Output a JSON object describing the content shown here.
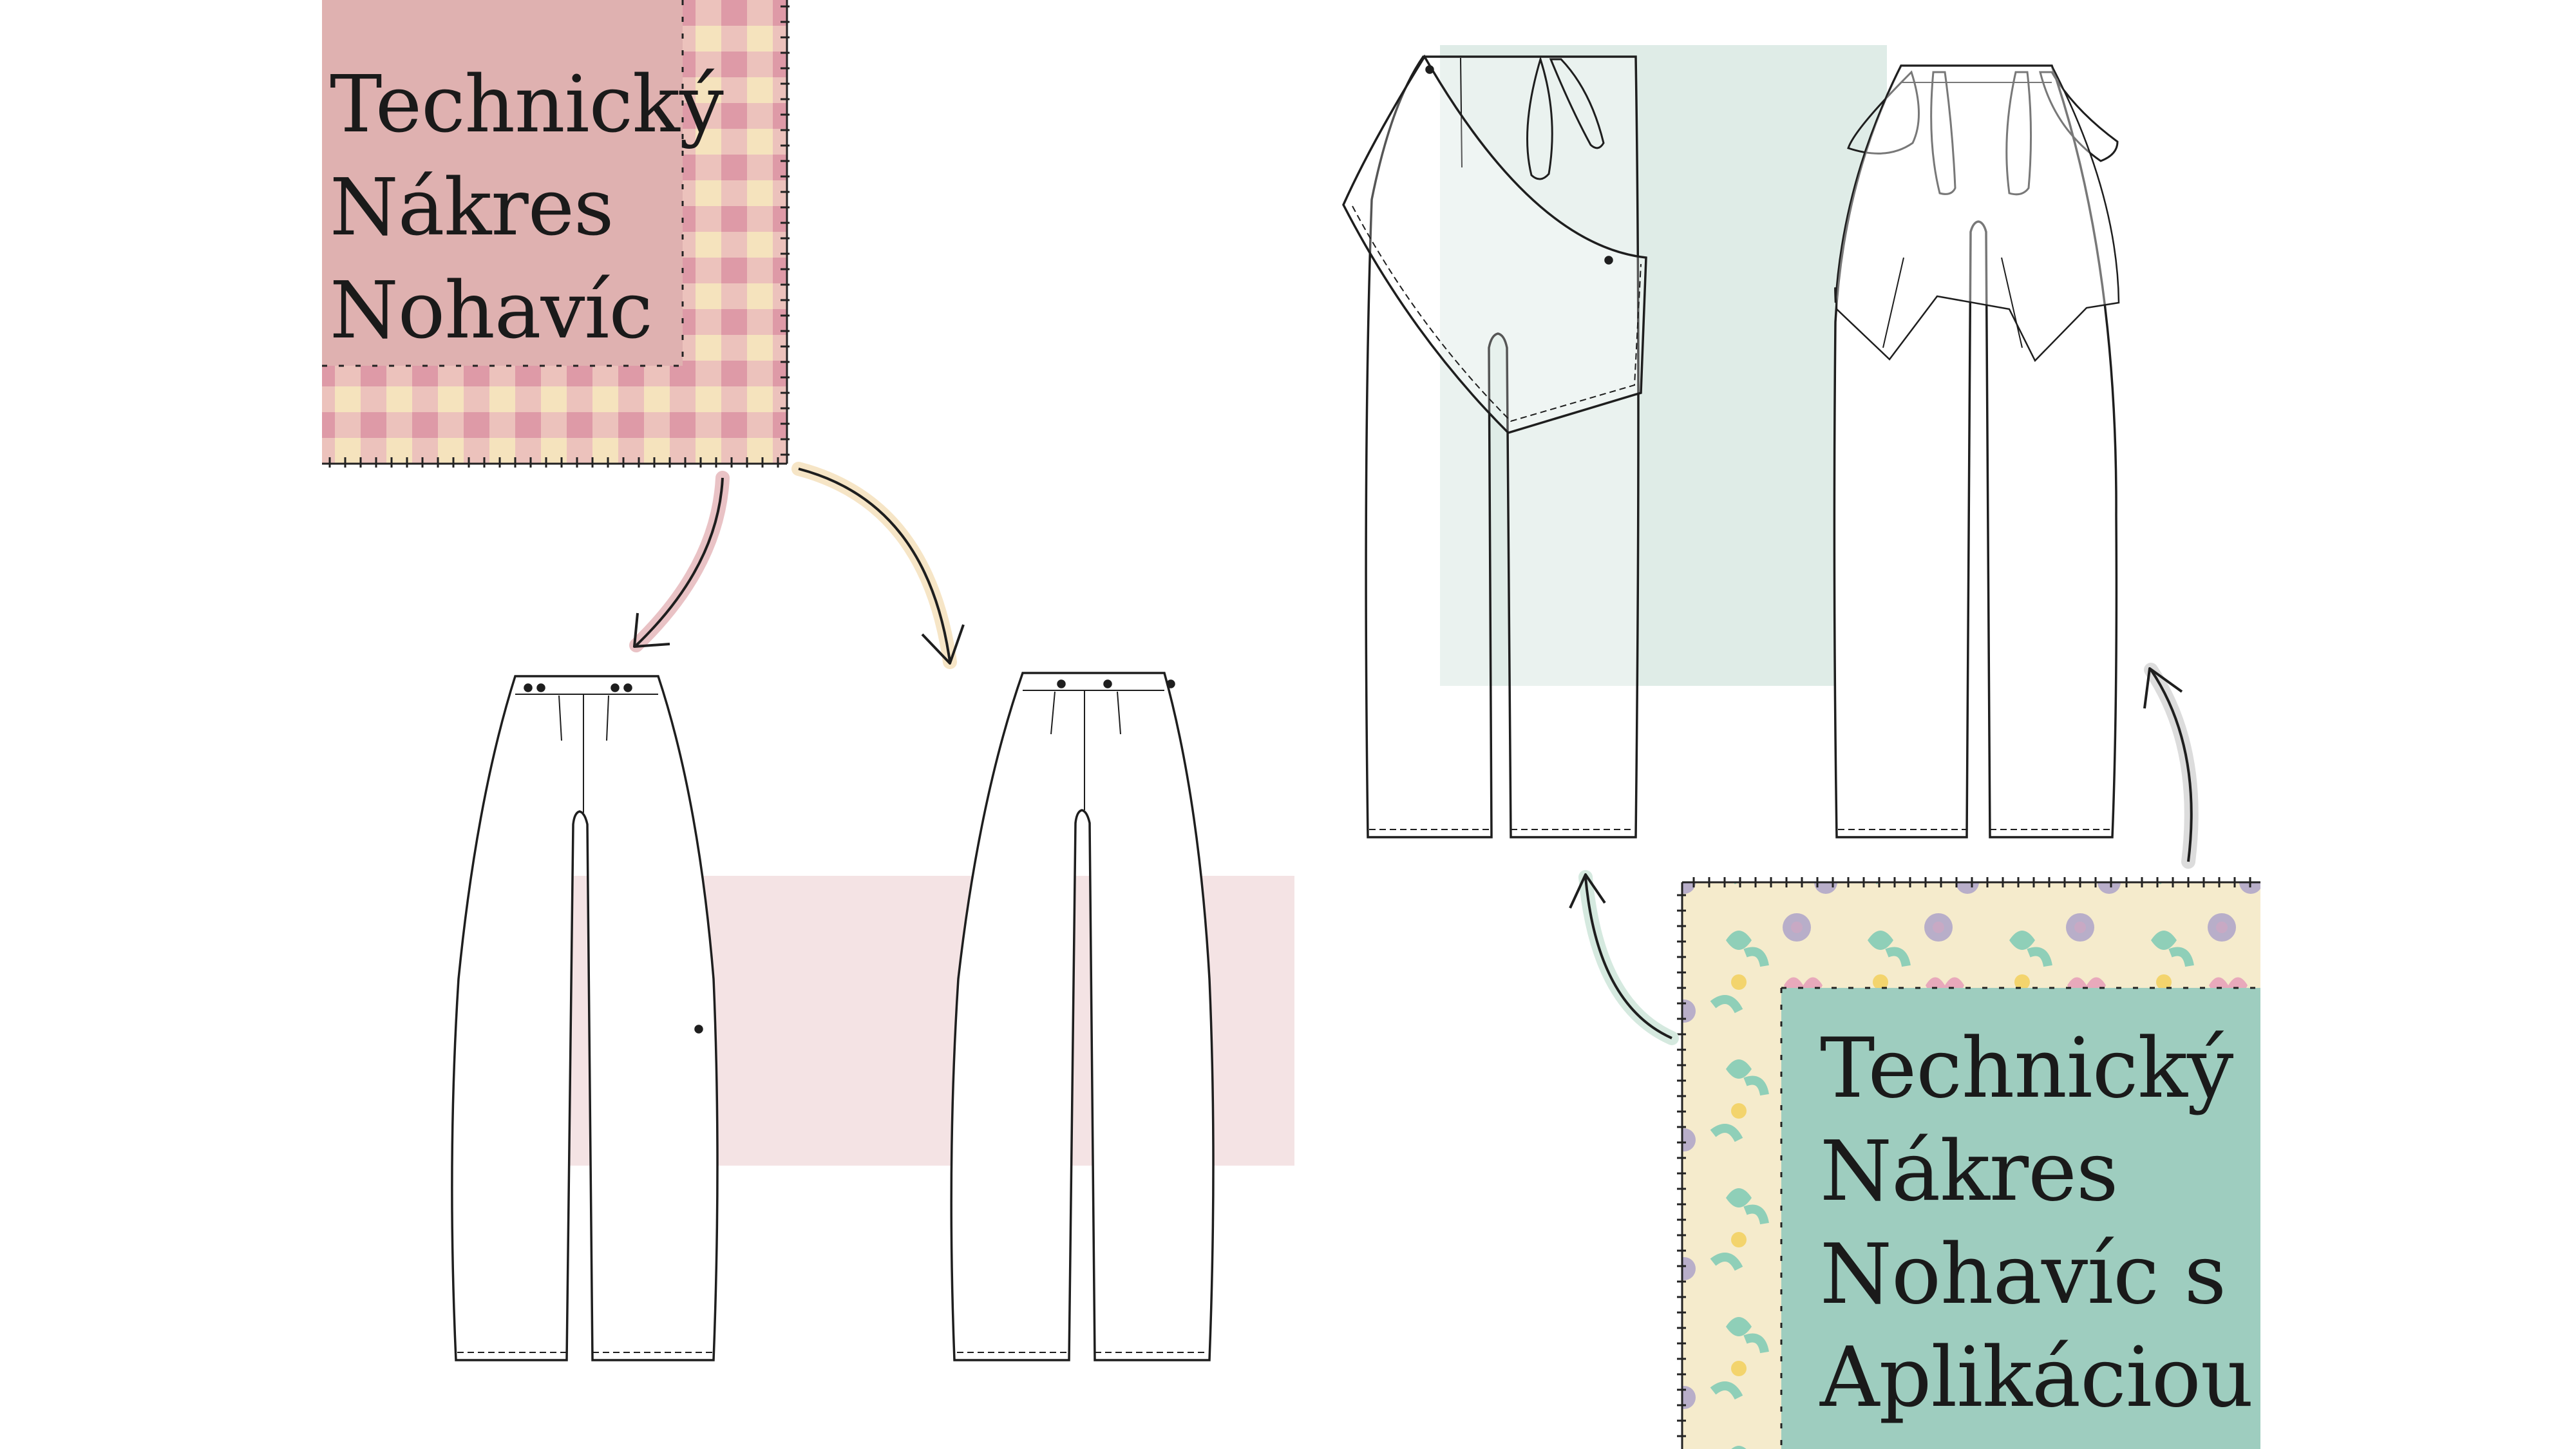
{
  "labels": {
    "basic": {
      "lines": [
        "Technický",
        "Nákres",
        "Nohavíc"
      ]
    },
    "applique": {
      "lines": [
        "Technický",
        "Nákres",
        "Nohavíc s",
        "Aplikáciou"
      ]
    }
  },
  "colors": {
    "pink_card": "#dfb1b0",
    "pink_check_light": "#f5e3bd",
    "pink_check_dark": "#e4a8b2",
    "pink_highlight": "#f3e0e1",
    "green_card": "#9ecdbf",
    "green_highlight": "#dbeae4",
    "floral_base": "#f5ebcc",
    "floral_teal": "#8fcfb8",
    "floral_lilac": "#b8aec9",
    "floral_pink": "#e8a9bb",
    "line": "#1e1e1e"
  }
}
